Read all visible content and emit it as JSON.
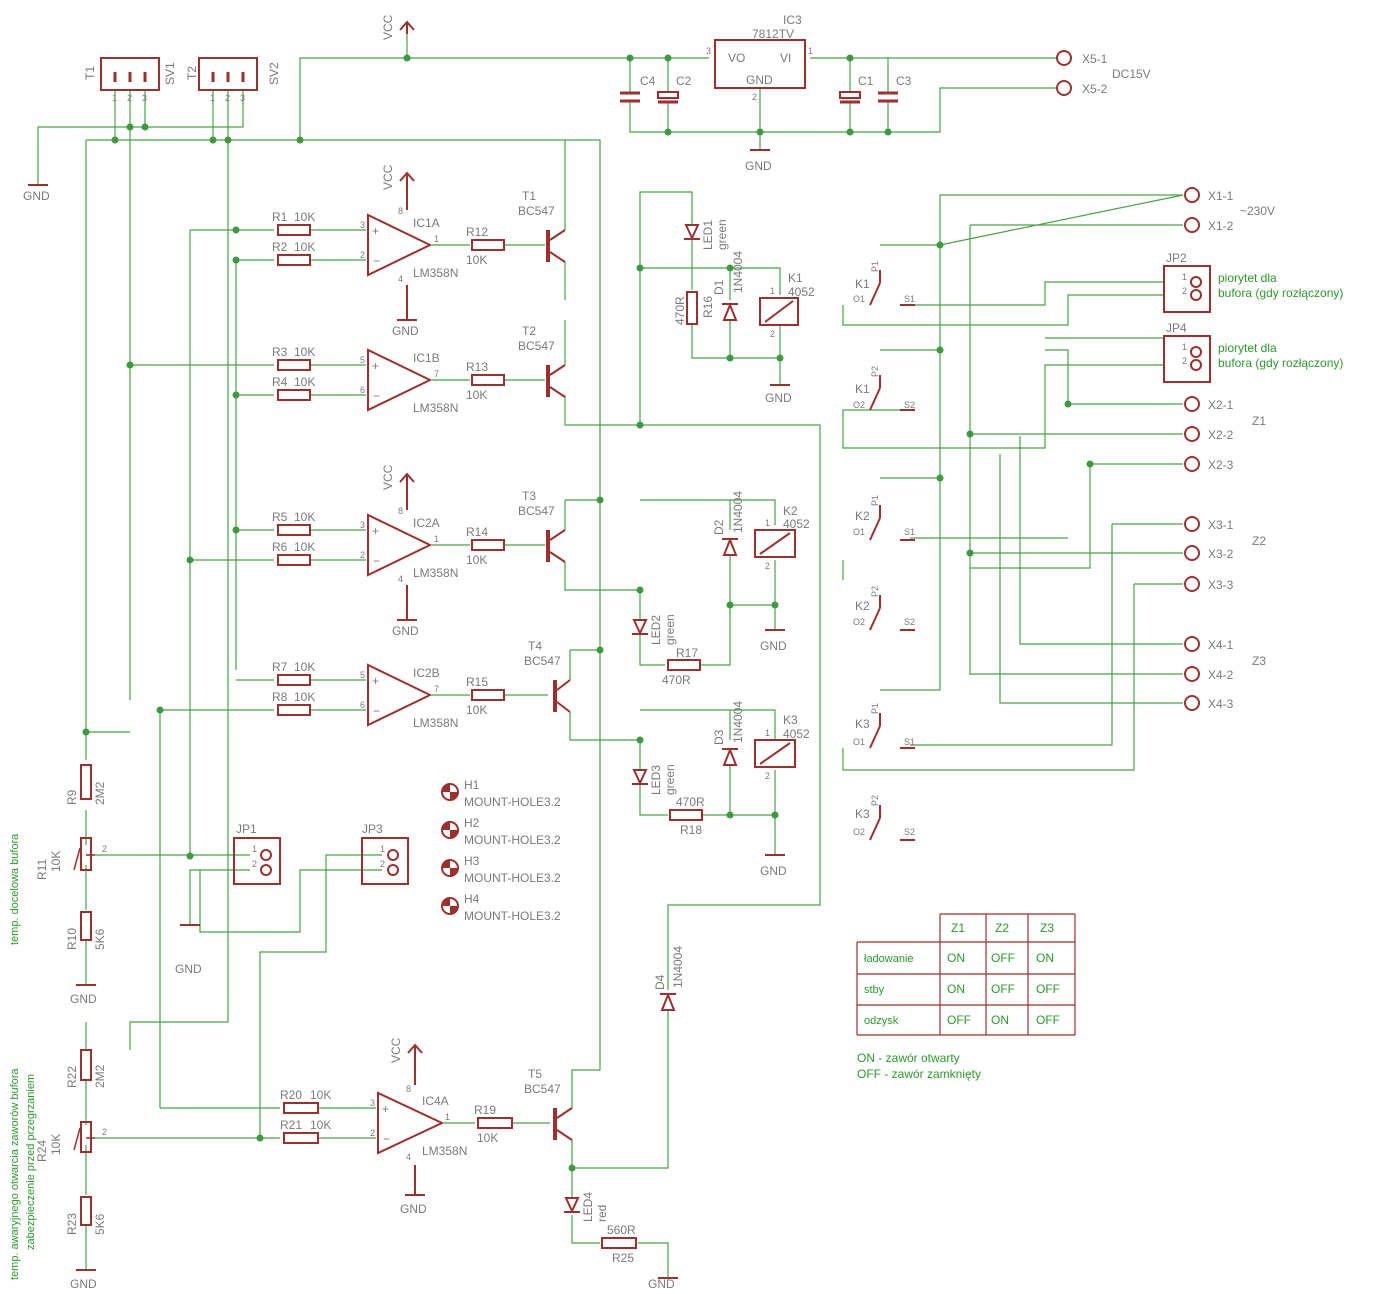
{
  "colors": {
    "wire": "#47a447",
    "symbol": "#9e2f2f",
    "label": "#7a7a7a",
    "note": "#2a9a2a",
    "junction": "#3e9a3e"
  },
  "power": {
    "vcc": "VCC",
    "gnd": "GND"
  },
  "regulator": {
    "name": "IC3",
    "value": "7812TV",
    "pin_vo": "VO",
    "pin_vi": "VI",
    "pin_gnd": "GND",
    "pin1": "1",
    "pin2": "2",
    "pin3": "3"
  },
  "supply": {
    "x5_1": "X5-1",
    "x5_2": "X5-2",
    "note": "DC15V",
    "c1": "C1",
    "c2": "C2",
    "c3": "C3",
    "c4": "C4"
  },
  "sensors": {
    "sv1": "SV1",
    "sv2": "SV2",
    "t1": "T1",
    "t2": "T2"
  },
  "opamps": [
    {
      "name": "IC1A",
      "value": "LM358N",
      "plus": "3",
      "minus": "2",
      "out": "1",
      "vcc_pin": "8",
      "gnd_pin": "4"
    },
    {
      "name": "IC1B",
      "value": "LM358N",
      "plus": "5",
      "minus": "6",
      "out": "7"
    },
    {
      "name": "IC2A",
      "value": "LM358N",
      "plus": "3",
      "minus": "2",
      "out": "1",
      "vcc_pin": "8",
      "gnd_pin": "4"
    },
    {
      "name": "IC2B",
      "value": "LM358N",
      "plus": "5",
      "minus": "6",
      "out": "7"
    },
    {
      "name": "IC4A",
      "value": "LM358N",
      "plus": "3",
      "minus": "2",
      "out": "1",
      "vcc_pin": "8",
      "gnd_pin": "4"
    }
  ],
  "resistors": [
    {
      "name": "R1",
      "value": "10K"
    },
    {
      "name": "R2",
      "value": "10K"
    },
    {
      "name": "R3",
      "value": "10K"
    },
    {
      "name": "R4",
      "value": "10K"
    },
    {
      "name": "R5",
      "value": "10K"
    },
    {
      "name": "R6",
      "value": "10K"
    },
    {
      "name": "R7",
      "value": "10K"
    },
    {
      "name": "R8",
      "value": "10K"
    },
    {
      "name": "R12",
      "value": "10K"
    },
    {
      "name": "R13",
      "value": "10K"
    },
    {
      "name": "R14",
      "value": "10K"
    },
    {
      "name": "R15",
      "value": "10K"
    },
    {
      "name": "R16",
      "value": "470R"
    },
    {
      "name": "R17",
      "value": "470R"
    },
    {
      "name": "R18",
      "value": "470R"
    },
    {
      "name": "R19",
      "value": "10K"
    },
    {
      "name": "R20",
      "value": "10K"
    },
    {
      "name": "R21",
      "value": "10K"
    },
    {
      "name": "R25",
      "value": "560R"
    },
    {
      "name": "R9",
      "value": "2M2"
    },
    {
      "name": "R10",
      "value": "5K6"
    },
    {
      "name": "R22",
      "value": "2M2"
    },
    {
      "name": "R23",
      "value": "5K6"
    },
    {
      "name": "R11",
      "value": "10K"
    },
    {
      "name": "R24",
      "value": "10K"
    }
  ],
  "transistors": [
    {
      "name": "T1",
      "value": "BC547"
    },
    {
      "name": "T2",
      "value": "BC547"
    },
    {
      "name": "T3",
      "value": "BC547"
    },
    {
      "name": "T4",
      "value": "BC547"
    },
    {
      "name": "T5",
      "value": "BC547"
    }
  ],
  "diodes": [
    {
      "name": "D1",
      "value": "1N4004"
    },
    {
      "name": "D2",
      "value": "1N4004"
    },
    {
      "name": "D3",
      "value": "1N4004"
    },
    {
      "name": "D4",
      "value": "1N4004"
    }
  ],
  "leds": [
    {
      "name": "LED1",
      "value": "green"
    },
    {
      "name": "LED2",
      "value": "green"
    },
    {
      "name": "LED3",
      "value": "green"
    },
    {
      "name": "LED4",
      "value": "red"
    }
  ],
  "relays": [
    {
      "name": "K1",
      "value": "4052"
    },
    {
      "name": "K2",
      "value": "4052"
    },
    {
      "name": "K3",
      "value": "4052"
    }
  ],
  "contacts": {
    "p1": "P1",
    "p2": "P2",
    "s1": "S1",
    "s2": "S2",
    "o1": "O1",
    "o2": "O2",
    "k1": "K1",
    "k2": "K2",
    "k3": "K3"
  },
  "jumpers": {
    "jp1": "JP1",
    "jp2": "JP2",
    "jp3": "JP3",
    "jp4": "JP4",
    "pin1": "1",
    "pin2": "2"
  },
  "jp_notes": {
    "jp2_a": "piorytet dla",
    "jp2_b": "bufora (gdy rozłączony)",
    "jp4_a": "piorytet dla",
    "jp4_b": "bufora (gdy rozłączony)"
  },
  "mount_holes": [
    {
      "name": "H1",
      "value": "MOUNT-HOLE3.2"
    },
    {
      "name": "H2",
      "value": "MOUNT-HOLE3.2"
    },
    {
      "name": "H3",
      "value": "MOUNT-HOLE3.2"
    },
    {
      "name": "H4",
      "value": "MOUNT-HOLE3.2"
    }
  ],
  "connectors": {
    "x1": [
      "X1-1",
      "X1-2"
    ],
    "x1_note": "~230V",
    "x2": [
      "X2-1",
      "X2-2",
      "X2-3"
    ],
    "x2_note": "Z1",
    "x3": [
      "X3-1",
      "X3-2",
      "X3-3"
    ],
    "x3_note": "Z2",
    "x4": [
      "X4-1",
      "X4-2",
      "X4-3"
    ],
    "x4_note": "Z3"
  },
  "side_notes": {
    "target_temp": "temp. docelowa bufora",
    "emergency_1": "temp. awaryjnego otwarcia zaworów bufora",
    "emergency_2": "zabezpieczenie przed przegrzaniem"
  },
  "truth_table": {
    "headers": [
      "",
      "Z1",
      "Z2",
      "Z3"
    ],
    "rows": [
      [
        "ładowanie",
        "ON",
        "OFF",
        "ON"
      ],
      [
        "stby",
        "ON",
        "OFF",
        "OFF"
      ],
      [
        "odzysk",
        "OFF",
        "ON",
        "OFF"
      ]
    ]
  },
  "legend": {
    "on": "ON - zawór otwarty",
    "off": "OFF - zawór zamknięty"
  },
  "pin_numbers": {
    "p1": "1",
    "p2": "2",
    "p3": "3"
  }
}
